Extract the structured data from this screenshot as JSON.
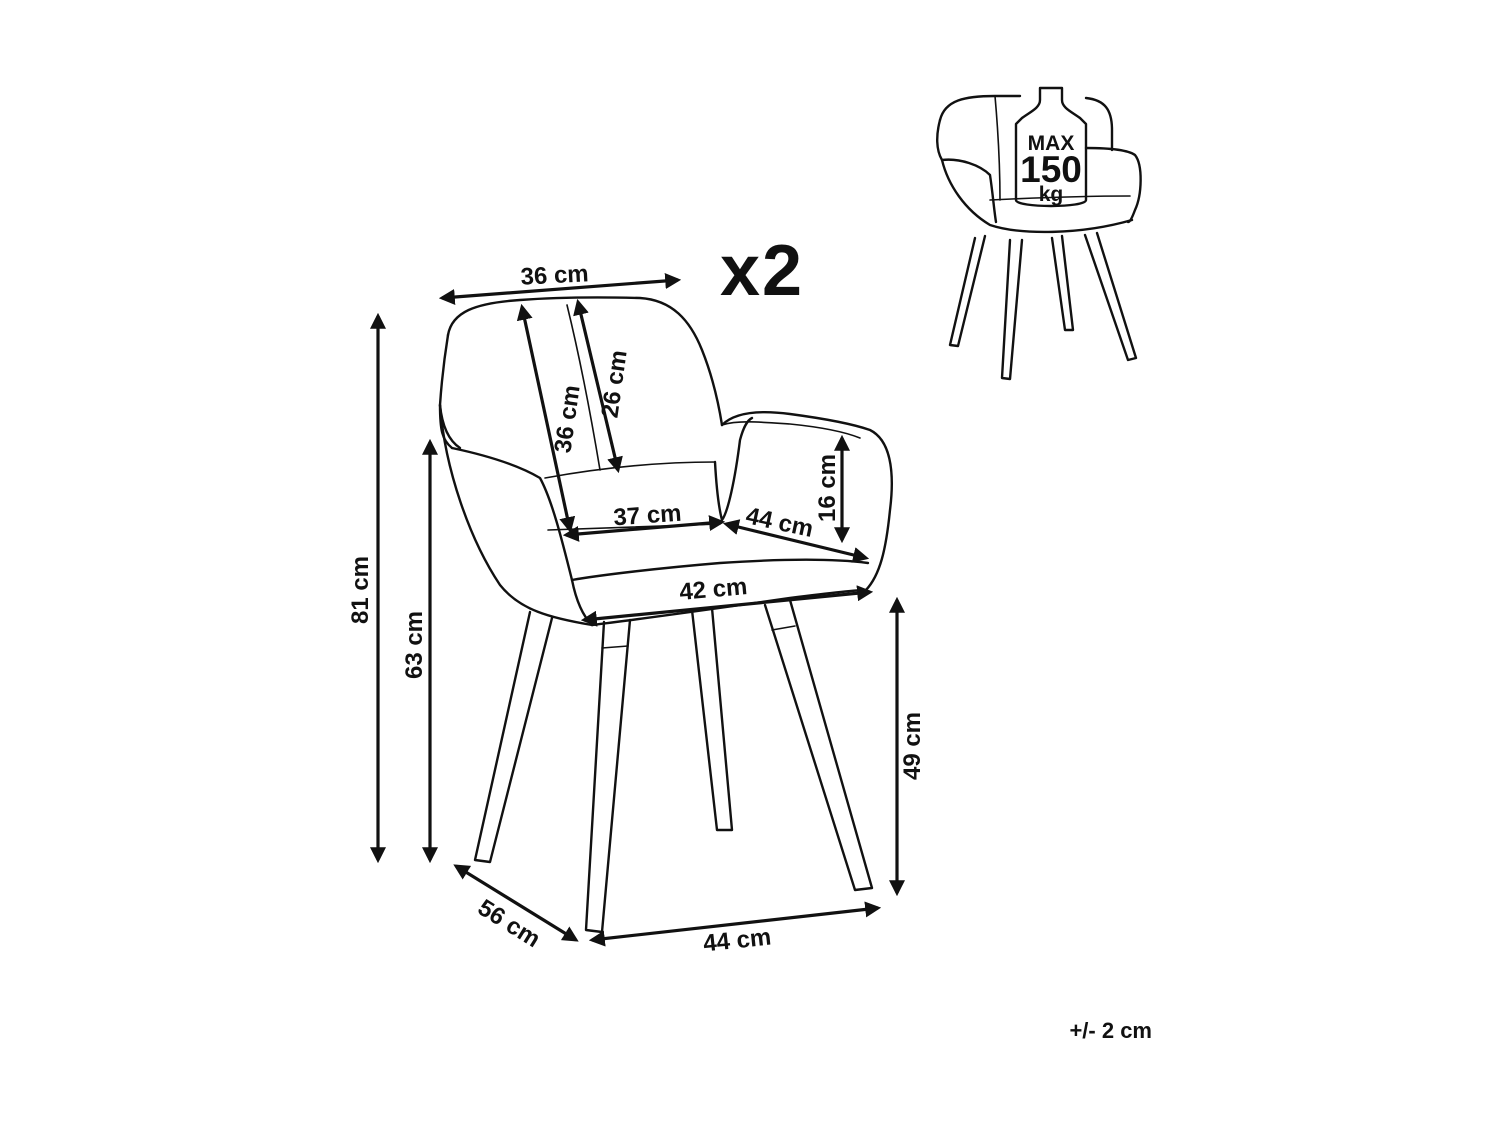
{
  "quantity_label": "x2",
  "load": {
    "max_label": "MAX",
    "value": "150",
    "unit": "kg"
  },
  "tolerance": "+/- 2 cm",
  "dimensions": {
    "top_width": "36 cm",
    "backrest_height": "36 cm",
    "back_center_height": "26 cm",
    "armrest_height": "16 cm",
    "seat_width": "37 cm",
    "seat_depth": "44 cm",
    "front_width": "42 cm",
    "total_height": "81 cm",
    "armrest_floor_height": "63 cm",
    "seat_height": "49 cm",
    "depth": "56 cm",
    "base_width": "44 cm"
  }
}
